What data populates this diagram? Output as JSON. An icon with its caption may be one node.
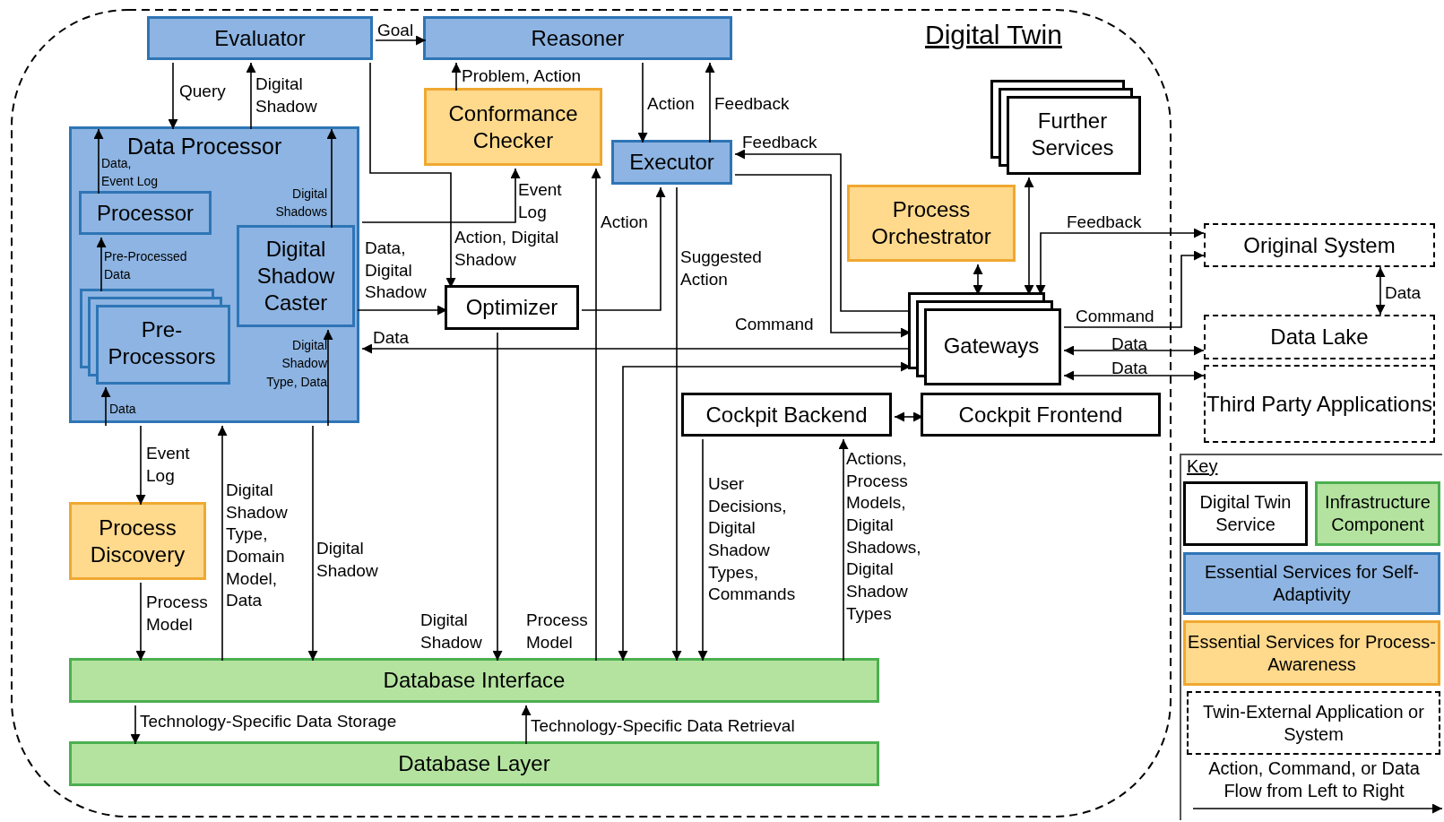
{
  "diagram": {
    "nodes": [
      {
        "text": [
          "Digital Twin"
        ]
      },
      {
        "text": [
          "Evaluator"
        ],
        "in": 0
      },
      {
        "text": [
          "Reasoner"
        ],
        "in": 0
      },
      {
        "text": [
          "Conformance Checker"
        ],
        "in": 0
      },
      {
        "text": [
          "Executor"
        ],
        "in": 0
      },
      {
        "text": [
          "Data Processor"
        ],
        "in": 0
      },
      {
        "text": [
          "Processor"
        ],
        "in": 5
      },
      {
        "text": [
          "Digital Shadow Caster"
        ],
        "in": 5
      },
      {
        "text": [
          "Pre-Processors"
        ],
        "in": 5
      },
      {
        "text": [
          "Optimizer"
        ],
        "in": 0
      },
      {
        "text": [
          "Further Services"
        ],
        "in": 0
      },
      {
        "text": [
          "Process Orchestrator"
        ],
        "in": 0
      },
      {
        "text": [
          "Gateways"
        ],
        "in": 0
      },
      {
        "text": [
          "Cockpit Backend"
        ],
        "in": 0
      },
      {
        "text": [
          "Cockpit Frontend"
        ],
        "in": 0
      },
      {
        "text": [
          "Process Discovery"
        ],
        "in": 0
      },
      {
        "text": [
          "Database Interface"
        ],
        "in": 0
      },
      {
        "text": [
          "Database Layer"
        ],
        "in": 0
      },
      {
        "text": [
          "Original System"
        ]
      },
      {
        "text": [
          "Data Lake"
        ]
      },
      {
        "text": [
          "Third Party Applications"
        ]
      }
    ],
    "edges": [
      {
        "from": 1,
        "to": 2,
        "arrow": "to",
        "label": "Goal"
      },
      {
        "from": 1,
        "to": 5,
        "arrow": "to",
        "label": "Query"
      },
      {
        "from": 5,
        "to": 1,
        "arrow": "to",
        "label": "Digital Shadow"
      },
      {
        "from": 3,
        "to": 2,
        "arrow": "to",
        "label": "Problem, Action"
      },
      {
        "from": 2,
        "to": 4,
        "arrow": "to",
        "label": "Action"
      },
      {
        "from": 4,
        "to": 2,
        "arrow": "to",
        "label": "Feedback"
      },
      {
        "from": 1,
        "to": 9,
        "arrow": "to",
        "label": "Action, Digital Shadow"
      },
      {
        "from": 5,
        "to": 3,
        "arrow": "to",
        "label": "Event Log"
      },
      {
        "from": 7,
        "to": 9,
        "arrow": "to",
        "label": "Data, Digital Shadow"
      },
      {
        "from": 9,
        "to": 4,
        "arrow": "to",
        "label": "Action"
      },
      {
        "from": 12,
        "to": 5,
        "arrow": "to",
        "label": "Data"
      },
      {
        "from": 4,
        "to": 12,
        "arrow": "to",
        "label": "Command"
      },
      {
        "from": 12,
        "to": 4,
        "arrow": "to",
        "label": "Feedback"
      },
      {
        "from": 4,
        "to": 16,
        "arrow": "to",
        "label": "Suggested Action"
      },
      {
        "from": 16,
        "to": 3,
        "arrow": "to",
        "label": "Process Model"
      },
      {
        "from": 9,
        "to": 16,
        "arrow": "to",
        "label": "Digital Shadow"
      },
      {
        "from": 16,
        "to": 12,
        "arrow": "both"
      },
      {
        "from": 13,
        "to": 16,
        "arrow": "to",
        "label": "User Decisions, Digital Shadow Types, Commands"
      },
      {
        "from": 16,
        "to": 13,
        "arrow": "to",
        "label": "Actions, Process Models, Digital Shadows, Digital Shadow Types"
      },
      {
        "from": 13,
        "to": 14,
        "arrow": "both"
      },
      {
        "from": 11,
        "to": 12,
        "arrow": "both"
      },
      {
        "from": 10,
        "to": 12,
        "arrow": "both"
      },
      {
        "from": 12,
        "to": 18,
        "arrow": "to",
        "label": "Command"
      },
      {
        "from": 18,
        "to": 12,
        "arrow": "both",
        "label": "Feedback"
      },
      {
        "from": 12,
        "to": 19,
        "arrow": "both",
        "label": "Data"
      },
      {
        "from": 12,
        "to": 20,
        "arrow": "both",
        "label": "Data"
      },
      {
        "from": 18,
        "to": 19,
        "arrow": "both",
        "label": "Data"
      },
      {
        "from": 5,
        "to": 15,
        "arrow": "to",
        "label": "Event Log"
      },
      {
        "from": 15,
        "to": 16,
        "arrow": "to",
        "label": "Process Model"
      },
      {
        "from": 16,
        "to": 5,
        "arrow": "to",
        "label": "Digital Shadow Type, Domain Model, Data"
      },
      {
        "from": 5,
        "to": 16,
        "arrow": "to",
        "label": "Digital Shadow"
      },
      {
        "from": 16,
        "to": 17,
        "arrow": "to",
        "label": "Technology-Specific Data Storage"
      },
      {
        "from": 17,
        "to": 16,
        "arrow": "to",
        "label": "Technology-Specific Data Retrieval"
      },
      {
        "from": 6,
        "to": 5,
        "arrow": "to",
        "label": "Data, Event Log"
      },
      {
        "from": 7,
        "to": 5,
        "arrow": "to",
        "label": "Digital Shadows"
      },
      {
        "from": 8,
        "to": 6,
        "arrow": "to",
        "label": "Pre-Processed Data"
      },
      {
        "from": 5,
        "to": 8,
        "arrow": "to",
        "label": "Data"
      },
      {
        "from": 5,
        "to": 7,
        "arrow": "to",
        "label": "Digital Shadow Type, Data"
      }
    ],
    "labels": [
      "Key"
    ],
    "legend": [
      {
        "text": "Digital Twin Service",
        "color": "#ffffff"
      },
      {
        "text": "Infrastructure Component",
        "color": "#b4e3a0"
      },
      {
        "text": "Essential Services for Self-Adaptivity",
        "color": "#8db4e2"
      },
      {
        "text": "Essential Services for Process-Awareness",
        "color": "#ffd98c"
      },
      {
        "text": "Twin-External Application or System"
      },
      {
        "text": "Action, Command, or Data Flow from Left to Right"
      }
    ]
  }
}
